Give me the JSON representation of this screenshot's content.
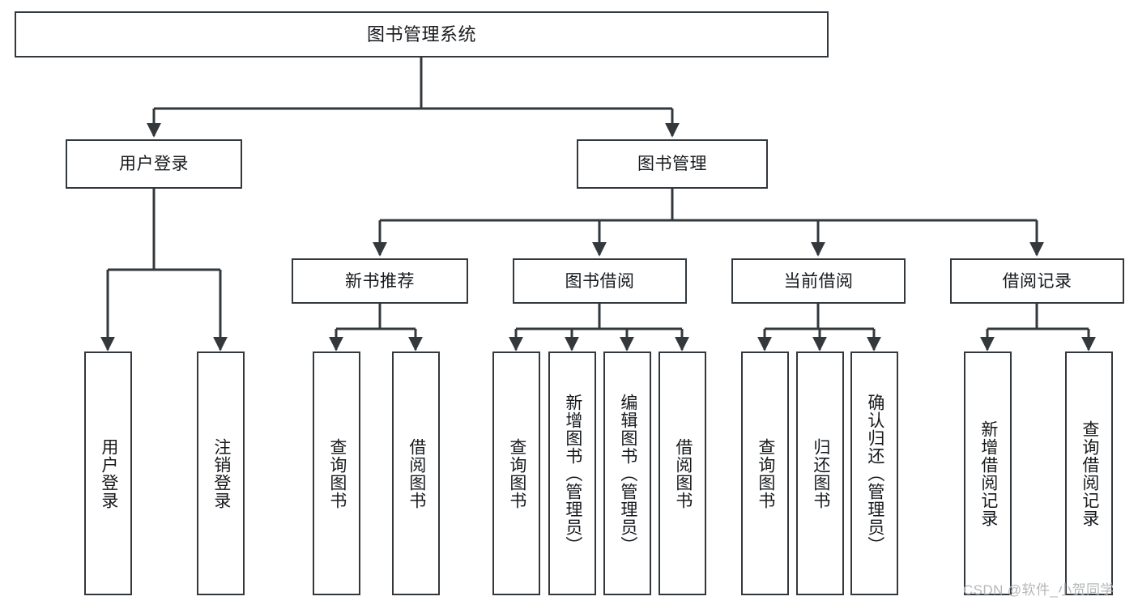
{
  "diagram": {
    "title": "图书管理系统",
    "type": "tree-hierarchy-diagram",
    "background_color": "#ffffff",
    "border_color": "#33383d",
    "text_color": "#16191c",
    "root": {
      "id": "root",
      "label": "图书管理系统"
    },
    "level2": [
      {
        "id": "user-login",
        "label": "用户登录"
      },
      {
        "id": "book-management",
        "label": "图书管理"
      }
    ],
    "level3": [
      {
        "id": "new-book-recommend",
        "label": "新书推荐"
      },
      {
        "id": "book-borrow",
        "label": "图书借阅"
      },
      {
        "id": "current-borrow",
        "label": "当前借阅"
      },
      {
        "id": "borrow-record",
        "label": "借阅记录"
      }
    ],
    "leaves": {
      "user_login": [
        {
          "id": "leaf-user-login",
          "label": "用户登录"
        },
        {
          "id": "leaf-logout-login",
          "label": "注销登录"
        }
      ],
      "new_book_recommend": [
        {
          "id": "leaf-query-book-1",
          "label": "查询图书"
        },
        {
          "id": "leaf-borrow-book-1",
          "label": "借阅图书"
        }
      ],
      "book_borrow": [
        {
          "id": "leaf-query-book-2",
          "label": "查询图书"
        },
        {
          "id": "leaf-add-book",
          "label": "新增图书（管理员）"
        },
        {
          "id": "leaf-edit-book",
          "label": "编辑图书（管理员）"
        },
        {
          "id": "leaf-borrow-book-2",
          "label": "借阅图书"
        }
      ],
      "current_borrow": [
        {
          "id": "leaf-query-book-3",
          "label": "查询图书"
        },
        {
          "id": "leaf-return-book",
          "label": "归还图书"
        },
        {
          "id": "leaf-confirm-return",
          "label": "确认归还（管理员）"
        }
      ],
      "borrow_record": [
        {
          "id": "leaf-add-borrow-record",
          "label": "新增借阅记录"
        },
        {
          "id": "leaf-query-borrow-record",
          "label": "查询借阅记录"
        }
      ]
    }
  },
  "watermark": {
    "text": "CSDN @软件_小贺同学"
  }
}
